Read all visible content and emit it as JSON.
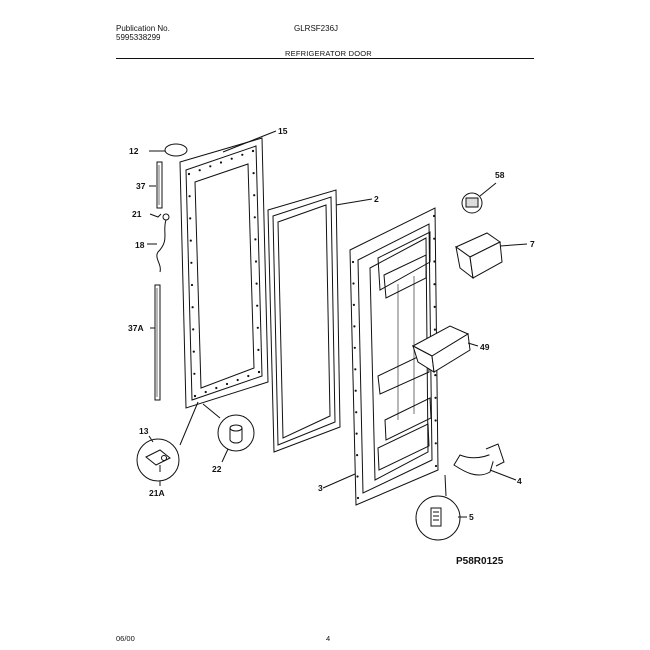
{
  "header": {
    "publication_label": "Publication No.",
    "publication_number": "5995338299",
    "model": "GLRSF236J",
    "section_title": "REFRIGERATOR DOOR"
  },
  "diagram_code": "P58R0125",
  "callouts": {
    "c12": "12",
    "c15": "15",
    "c37": "37",
    "c21": "21",
    "c18": "18",
    "c37a": "37A",
    "c13": "13",
    "c21a": "21A",
    "c22": "22",
    "c2": "2",
    "c58": "58",
    "c7": "7",
    "c49": "49",
    "c3": "3",
    "c4": "4",
    "c5": "5"
  },
  "footer": {
    "date": "06/00",
    "page_number": "4"
  }
}
